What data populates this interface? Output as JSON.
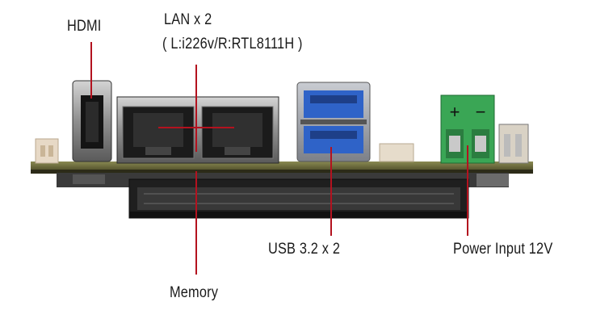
{
  "colors": {
    "callout_line": "#b3121f",
    "pcb": "#6b6a3a",
    "usb_blue": "#2f63c8",
    "terminal_green": "#3aa655",
    "metal": "#9a9a9a",
    "label_text": "#1a1a1a"
  },
  "labels": {
    "hdmi": "HDMI",
    "lan_title": "LAN x 2",
    "lan_detail": "( L:i226v/R:RTL8111H )",
    "usb": "USB 3.2 x 2",
    "power": "Power Input 12V",
    "memory": "Memory"
  },
  "terminal": {
    "plus": "+",
    "minus": "−"
  }
}
